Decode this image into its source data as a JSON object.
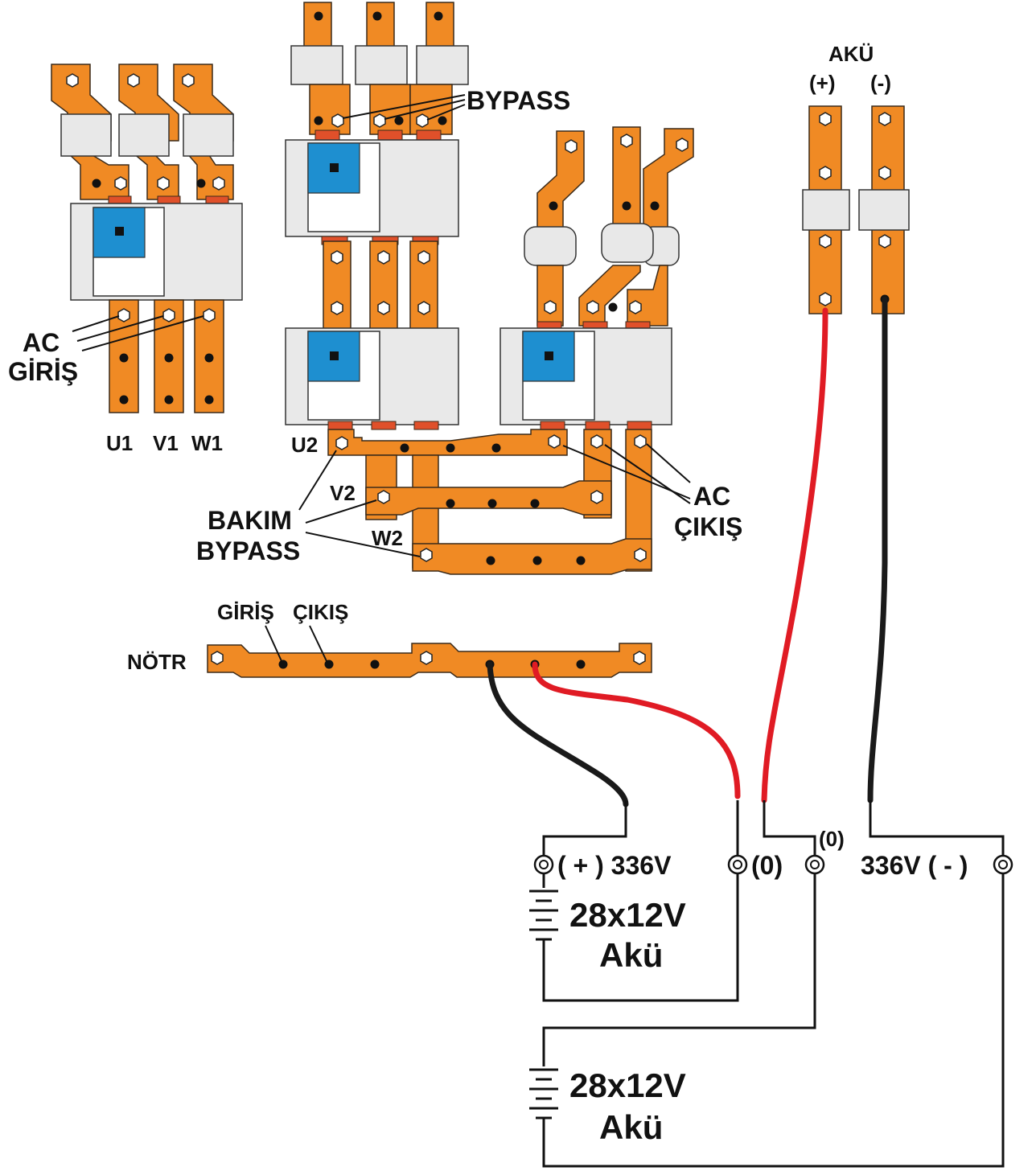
{
  "labels": {
    "ac_giris_1": "AC",
    "ac_giris_2": "GİRİŞ",
    "u1": "U1",
    "v1": "V1",
    "w1": "W1",
    "bypass": "BYPASS",
    "u2": "U2",
    "v2": "V2",
    "w2": "W2",
    "bakim_bypass_1": "BAKIM",
    "bakim_bypass_2": "BYPASS",
    "ac_cikis_1": "AC",
    "ac_cikis_2": "ÇIKIŞ",
    "aku_title": "AKÜ",
    "aku_plus": "(+)",
    "aku_minus": "(-)",
    "notr": "NÖTR",
    "notr_giris": "GİRİŞ",
    "notr_cikis": "ÇIKIŞ",
    "bat1_pos": "( + ) 336V",
    "bat1_zero": "(0)",
    "bat2_zero": "(0)",
    "bat2_neg": "336V ( - )",
    "bat1_size": "28x12V",
    "bat1_name": "Akü",
    "bat2_size": "28x12V",
    "bat2_name": "Akü"
  },
  "colors": {
    "busbar": "#F08A24",
    "breaker_knob": "#1E8FD0",
    "cable_positive": "#E01B24",
    "cable_negative": "#1a1a1a"
  }
}
